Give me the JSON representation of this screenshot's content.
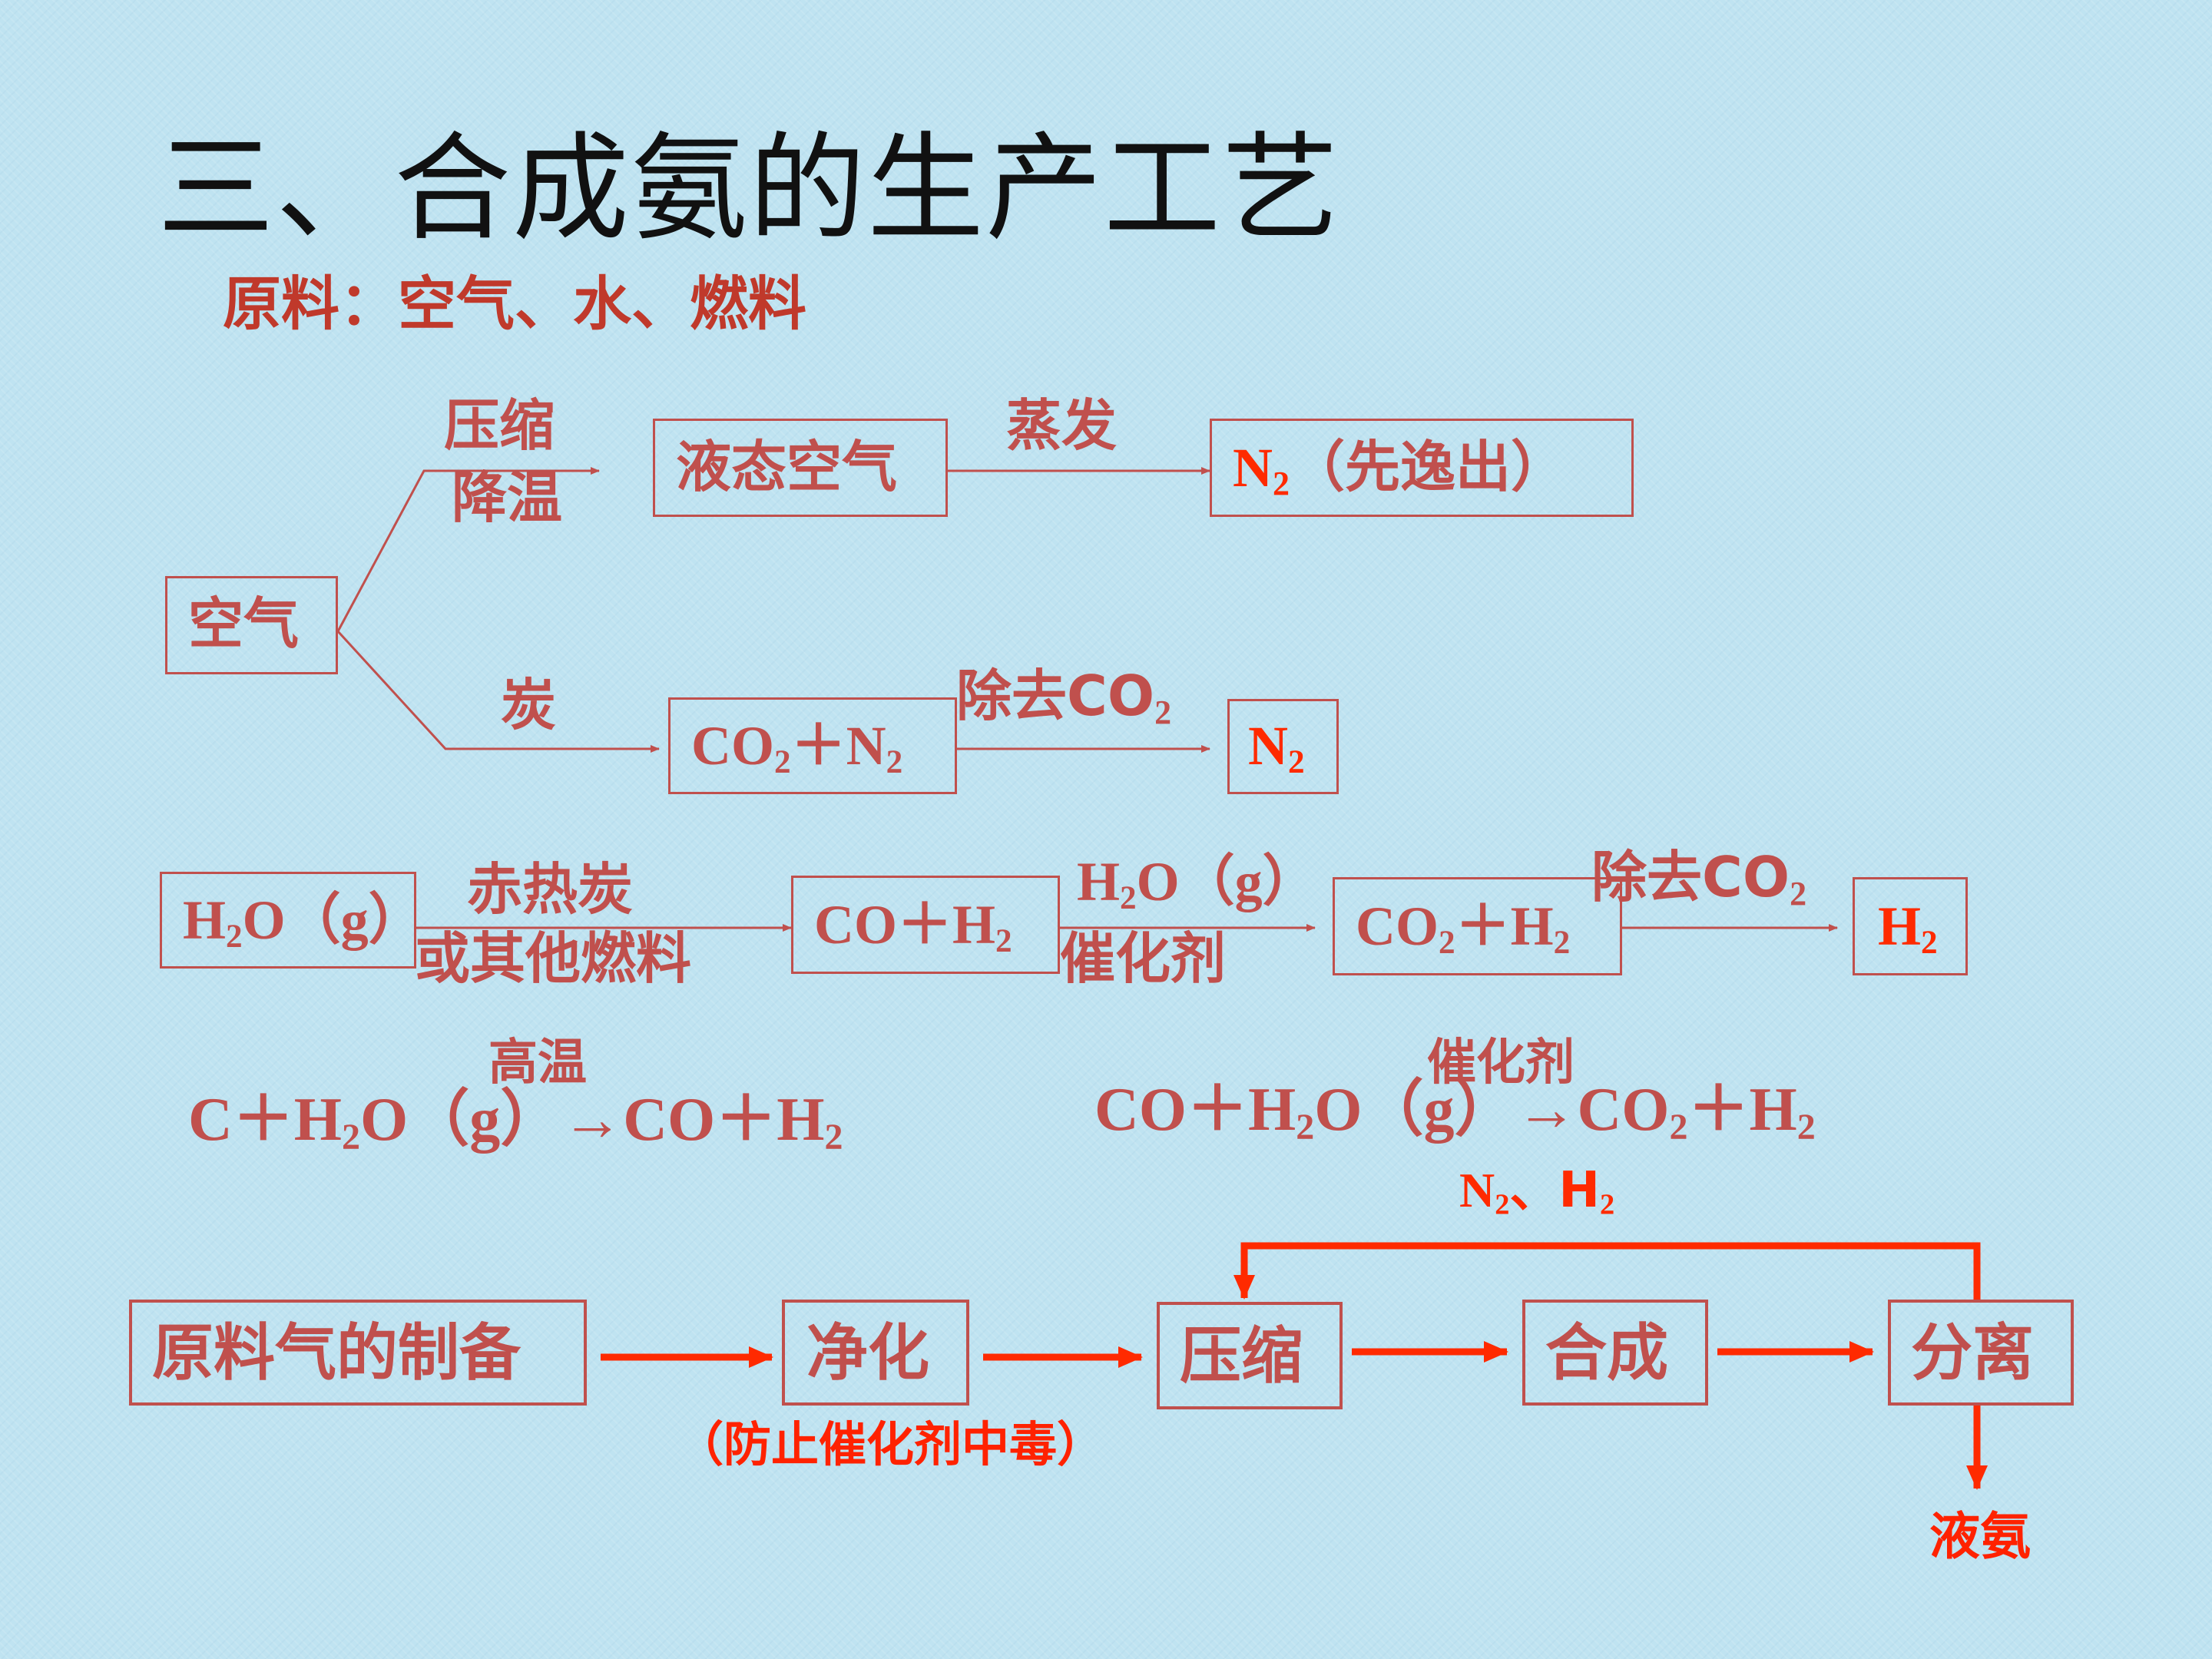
{
  "title": "三、合成氨的生产工艺",
  "raw_materials": "原料：空气、水、燃料",
  "air_section": {
    "air": "空气",
    "compress_cool_1": "压缩",
    "compress_cool_2": "降温",
    "liquid_air": "液态空气",
    "evaporate": "蒸发",
    "n2_first_prefix": "N",
    "n2_first_sub": "2",
    "n2_first_suffix": "（先逸出）",
    "carbon": "炭",
    "co2_n2": {
      "a": "CO",
      "a_sub": "2",
      "plus": "＋N",
      "b_sub": "2"
    },
    "remove_co2": {
      "text": "除去CO",
      "sub": "2"
    },
    "n2_result": {
      "text": "N",
      "sub": "2"
    }
  },
  "water_section": {
    "h2o_g": {
      "a": "H",
      "a_sub": "2",
      "b": "O（g）"
    },
    "hot_carbon": "赤热炭",
    "other_fuel": "或其他燃料",
    "co_h2": {
      "a": "CO＋H",
      "sub": "2"
    },
    "h2o_g_label": {
      "a": "H",
      "a_sub": "2",
      "b": "O（g）"
    },
    "catalyst": "催化剂",
    "co2_h2": {
      "a": "CO",
      "a_sub": "2",
      "b": "＋H",
      "b_sub": "2"
    },
    "remove_co2": {
      "text": "除去CO",
      "sub": "2"
    },
    "h2_result": {
      "text": "H",
      "sub": "2"
    }
  },
  "equations": {
    "eq1_condition": "高温",
    "eq1": {
      "a": "C＋H",
      "a_sub": "2",
      "b": "O（g）→CO＋H",
      "b_sub": "2"
    },
    "eq2_condition": "催化剂",
    "eq2": {
      "a": "CO＋H",
      "a_sub": "2",
      "b": "O（g）→CO",
      "b_sub": "2",
      "c": "＋H",
      "c_sub": "2"
    }
  },
  "process": {
    "steps": [
      "原料气的制备",
      "净化",
      "压缩",
      "合成",
      "分离"
    ],
    "purify_note": "（防止催化剂中毒）",
    "recycle_label": {
      "a": "N",
      "a_sub": "2",
      "b": "、H",
      "b_sub": "2"
    },
    "product": "液氨"
  },
  "colors": {
    "box": "#c0504d",
    "arrow_red": "#ff2a00",
    "title": "#111111",
    "background": "#bfe3f1"
  }
}
